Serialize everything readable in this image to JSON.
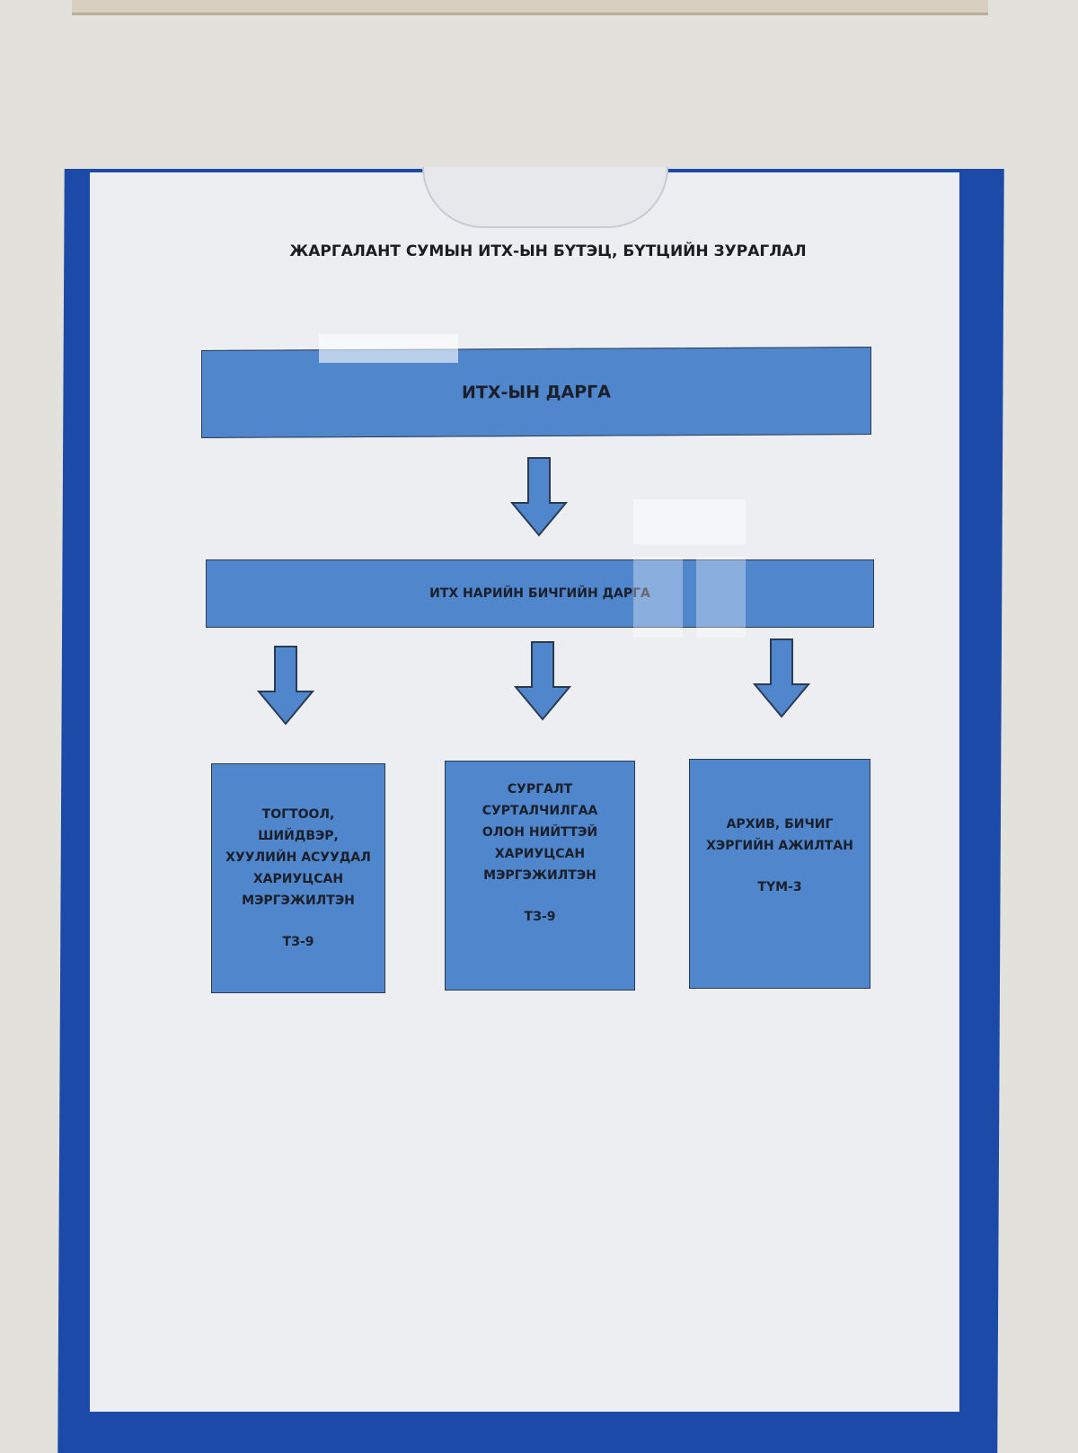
{
  "title": "ЖАРГАЛАНТ СУМЫН ИТХ-ЫН БҮТЭЦ, БҮТЦИЙН ЗУРАГЛАЛ",
  "levels": {
    "top": "ИТХ-ЫН ДАРГА",
    "middle": "ИТХ НАРИЙН БИЧГИЙН ДАРГА"
  },
  "units": [
    {
      "lines": [
        "ТОГТООЛ,",
        "ШИЙДВЭР,",
        "ХУУЛИЙН АСУУДАЛ",
        "ХАРИУЦСАН",
        "МЭРГЭЖИЛТЭН"
      ],
      "grade": "ТЗ-9"
    },
    {
      "lines": [
        "СУРГАЛТ",
        "СУРТАЛЧИЛГАА",
        "ОЛОН НИЙТТЭЙ",
        "ХАРИУЦСАН",
        "МЭРГЭЖИЛТЭН"
      ],
      "grade": "ТЗ-9"
    },
    {
      "lines": [
        "АРХИВ, БИЧИГ",
        "ХЭРГИЙН АЖИЛТАН"
      ],
      "grade": "ТҮМ-3"
    }
  ],
  "colors": {
    "frame": "#1c4aa8",
    "box": "#4f86cc"
  }
}
